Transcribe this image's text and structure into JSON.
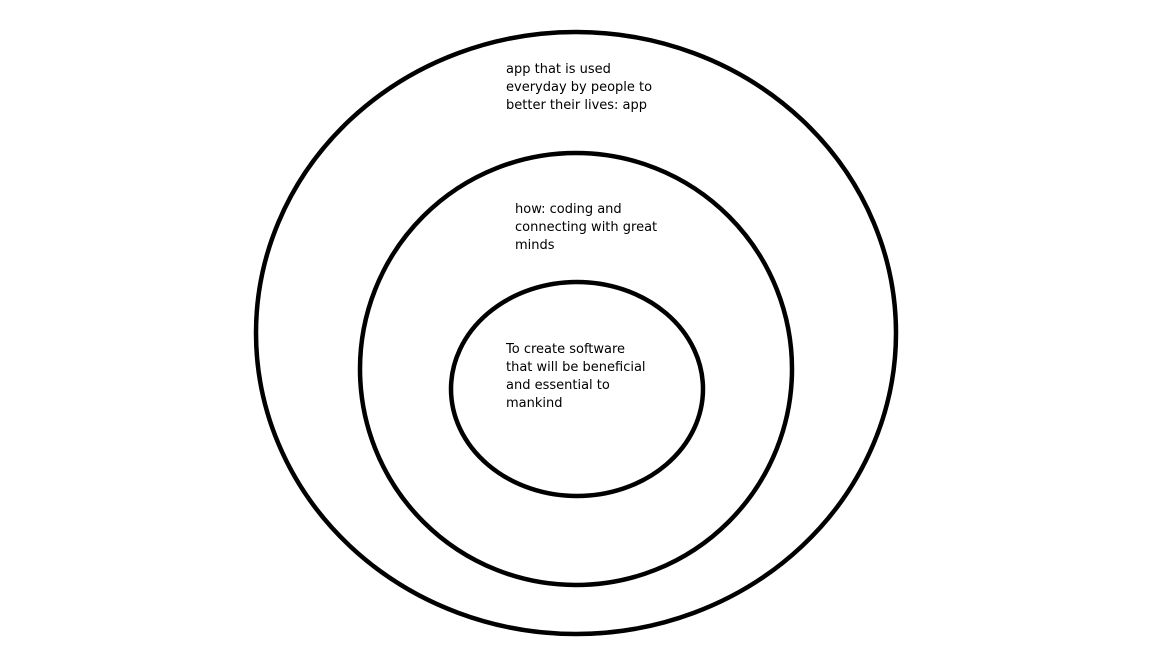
{
  "diagram": {
    "type": "concentric-circles",
    "stroke_color": "#000000",
    "background_color": "#ffffff",
    "rings": [
      {
        "id": "outer",
        "text_lines": [
          "app that is used",
          "everyday by people to",
          "better their lives: app"
        ]
      },
      {
        "id": "middle",
        "text_lines": [
          "how: coding and",
          "connecting with great",
          "minds"
        ]
      },
      {
        "id": "inner",
        "text_lines": [
          "To create software",
          "that will be beneficial",
          "and essential to",
          "mankind"
        ]
      }
    ]
  }
}
